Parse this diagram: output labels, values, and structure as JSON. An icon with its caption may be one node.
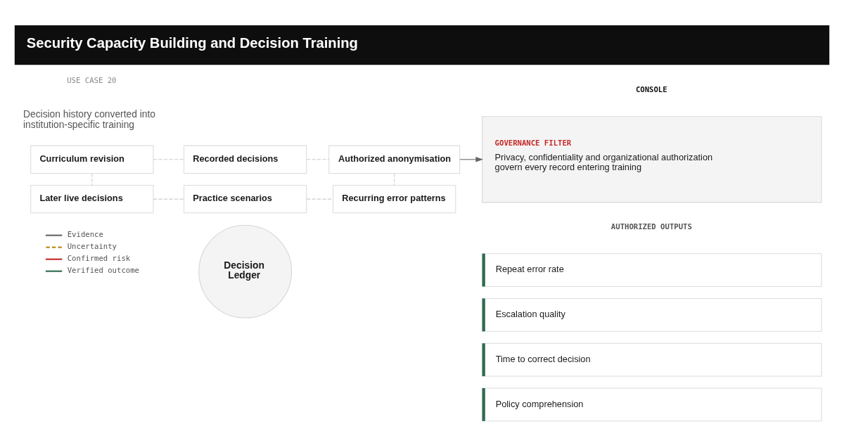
{
  "diagram": {
    "title": "Security Capacity Building and Decision Training",
    "nodes": [
      {
        "text": [
          "Recorded decisions"
        ]
      },
      {
        "text": [
          "Curriculum revision"
        ]
      },
      {
        "text": [
          "Authorized anonymisation"
        ]
      },
      {
        "text": [
          "Decision Ledger"
        ]
      },
      {
        "text": [
          "Later live decisions"
        ]
      },
      {
        "text": [
          "Recurring error patterns"
        ]
      },
      {
        "text": [
          "Practice scenarios"
        ]
      },
      {
        "text": [
          "GOVERNANCE FILTER",
          "Privacy, confidentiality and organizational authorization govern every record entering training"
        ]
      },
      {
        "text": [
          "Repeat error rate"
        ]
      },
      {
        "text": [
          "Escalation quality"
        ]
      },
      {
        "text": [
          "Time to correct decision"
        ]
      },
      {
        "text": [
          "Policy comprehension"
        ]
      }
    ],
    "edges": [
      {
        "from": 1,
        "to": 0,
        "arrow": "none",
        "style": "dashed"
      },
      {
        "from": 0,
        "to": 2,
        "arrow": "none",
        "style": "dashed"
      },
      {
        "from": 2,
        "to": 5,
        "arrow": "none",
        "style": "dashed"
      },
      {
        "from": 6,
        "to": 5,
        "arrow": "none",
        "style": "dashed"
      },
      {
        "from": 4,
        "to": 6,
        "arrow": "none",
        "style": "dashed"
      },
      {
        "from": 1,
        "to": 4,
        "arrow": "none",
        "style": "dashed"
      },
      {
        "from": 2,
        "to": 7,
        "arrow": "to",
        "color": "#666666"
      }
    ],
    "labels": [
      "USE CASE 20",
      "CONSOLE",
      "Decision history converted into institution-specific training",
      "AUTHORIZED OUTPUTS"
    ],
    "legend": [
      {
        "text": "Evidence"
      },
      {
        "text": "Uncertainty"
      },
      {
        "text": "Confirmed risk"
      },
      {
        "text": "Verified outcome"
      }
    ]
  }
}
